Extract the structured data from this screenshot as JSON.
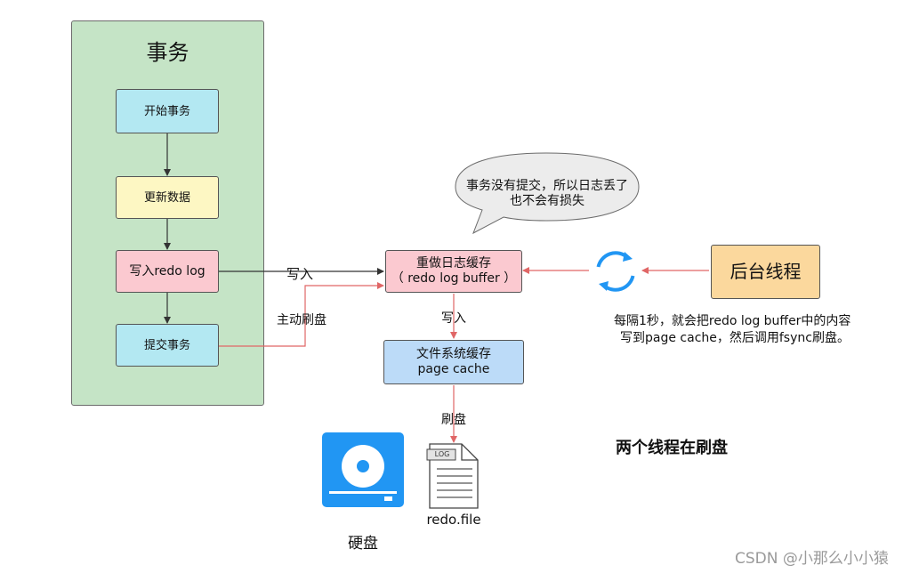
{
  "transaction": {
    "title": "事务",
    "steps": [
      "开始事务",
      "更新数据",
      "写入redo log",
      "提交事务"
    ]
  },
  "speech_bubble": {
    "line1": "事务没有提交，所以日志丢了",
    "line2": "也不会有损失"
  },
  "redo_buffer": {
    "line1": "重做日志缓存",
    "line2": "（ redo log buffer ）"
  },
  "page_cache": {
    "line1": "文件系统缓存",
    "line2": "page cache"
  },
  "background_thread": {
    "label": "后台线程"
  },
  "note": {
    "line1": "每隔1秒，就会把redo log buffer中的内容",
    "line2": "写到page cache，然后调用fsync刷盘。"
  },
  "edge_labels": {
    "write_to_buffer": "写入",
    "active_flush": "主动刷盘",
    "write_to_cache": "写入",
    "flush": "刷盘"
  },
  "disk": {
    "label": "硬盘"
  },
  "log_file": {
    "tag": "LOG",
    "label": "redo.file"
  },
  "heading": "两个线程在刷盘",
  "watermark": "CSDN @小那么小小猿",
  "colors": {
    "panel": "#c5e4c6",
    "cyan_box": "#b3e8f2",
    "yellow_box": "#fdf7c3",
    "pink_box": "#fbc9d0",
    "blue_box": "#bcdbf8",
    "orange_box": "#fbd89d",
    "red_line": "#e06666",
    "disk_blue": "#2196f3"
  },
  "icons": [
    "sync-icon",
    "hard-disk-icon",
    "log-file-icon"
  ]
}
